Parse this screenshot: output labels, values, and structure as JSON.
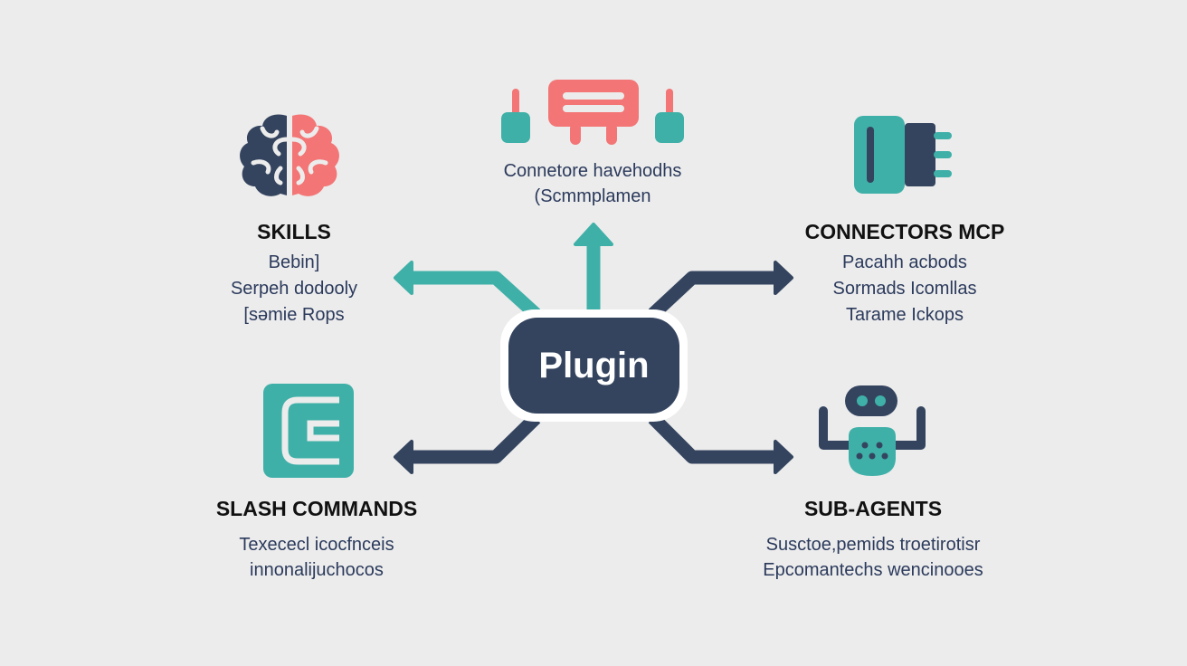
{
  "colors": {
    "navy": "#34445f",
    "teal": "#3fb0a8",
    "coral": "#f37575",
    "background": "#ececec"
  },
  "center": {
    "label": "Plugin"
  },
  "nodes": {
    "skills": {
      "icon": "brain-icon",
      "title": "SKILLS",
      "lines": [
        "Bebin]",
        "Serpeh dodooly",
        "[səmie Rops"
      ]
    },
    "connectors_top": {
      "icon": "connector-board-icon",
      "title": "",
      "lines": [
        "Connetore havehodhs",
        "(Scmmplamen"
      ]
    },
    "connectors_mcp": {
      "icon": "plug-icon",
      "title": "CONNECTORS MCP",
      "lines": [
        "Pacahh acbods",
        "Sormads Icomllas",
        "Tarame Ickops"
      ]
    },
    "slash_commands": {
      "icon": "terminal-icon",
      "title": "SLASH COMMANDS",
      "lines": [
        "Texececl icocfnceis",
        "innonalijuchocos"
      ]
    },
    "sub_agents": {
      "icon": "robot-icon",
      "title": "SUB-AGENTS",
      "lines": [
        "Susctoe,pemids troetirotisr",
        "Epcomantechs wencinooes"
      ]
    }
  }
}
